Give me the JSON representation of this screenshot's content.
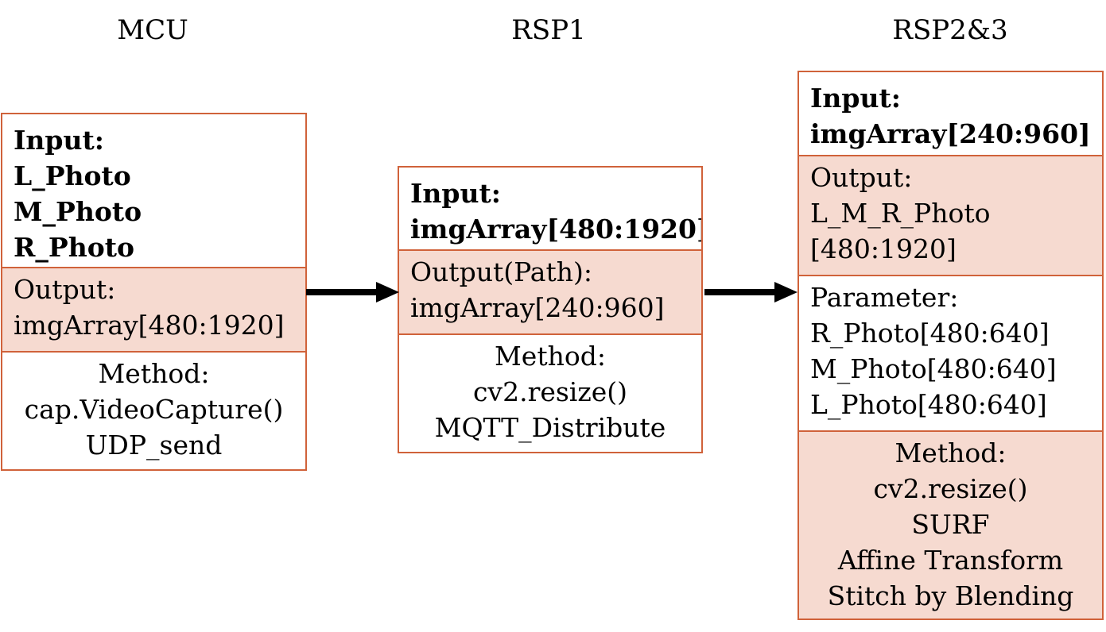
{
  "columns": {
    "mcu": "MCU",
    "rsp1": "RSP1",
    "rsp23": "RSP2&3"
  },
  "mcu": {
    "input": [
      "Input:",
      "L_Photo",
      "M_Photo",
      "R_Photo"
    ],
    "output": [
      "Output:",
      "imgArray[480:1920]"
    ],
    "method": [
      "Method:",
      "cap.VideoCapture()",
      "UDP_send"
    ]
  },
  "rsp1": {
    "input": [
      "Input:",
      "imgArray[480:1920]"
    ],
    "output": [
      "Output(Path):",
      "imgArray[240:960]"
    ],
    "method": [
      "Method:",
      "cv2.resize()",
      "MQTT_Distribute"
    ]
  },
  "rsp23": {
    "input": [
      "Input:",
      "imgArray[240:960]"
    ],
    "output": [
      "Output:",
      "L_M_R_Photo",
      "[480:1920]"
    ],
    "parameter": [
      "Parameter:",
      "R_Photo[480:640]",
      "M_Photo[480:640]",
      "L_Photo[480:640]"
    ],
    "method": [
      "Method:",
      "cv2.resize()",
      "SURF",
      "Affine Transform",
      "Stitch by Blending"
    ]
  },
  "colors": {
    "border": "#d0623a",
    "fill": "#f6dad0",
    "arrow": "#000000"
  }
}
